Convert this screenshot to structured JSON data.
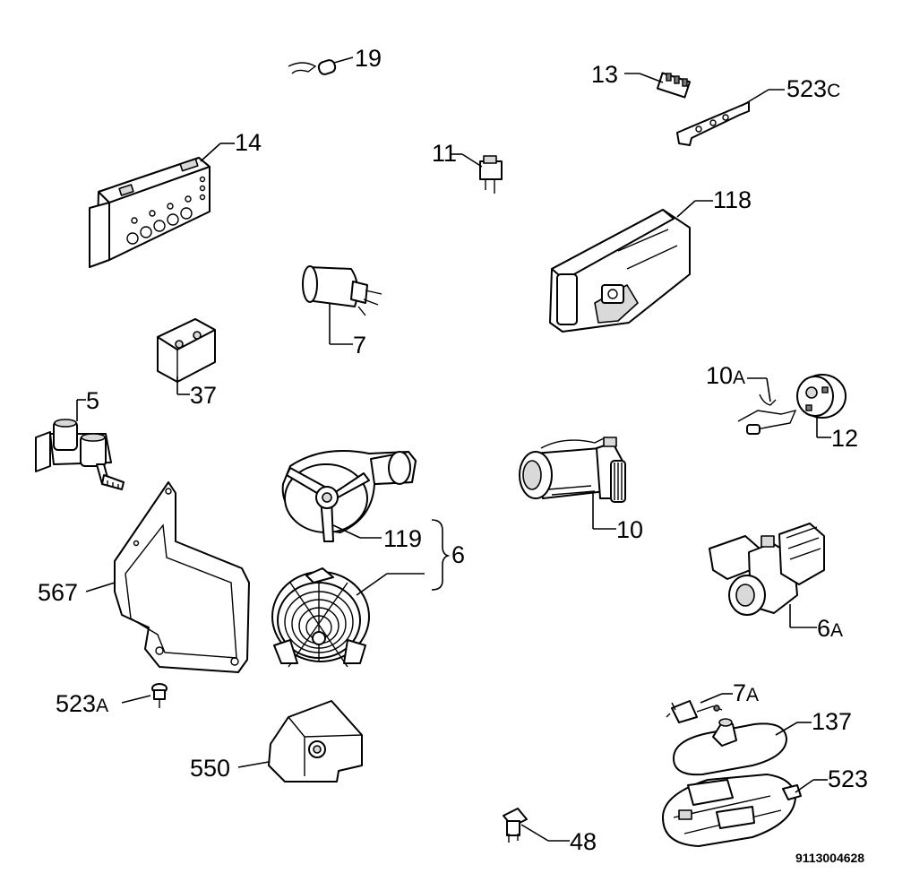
{
  "parts": [
    {
      "id": "p19",
      "label": "19"
    },
    {
      "id": "p13",
      "label": "13"
    },
    {
      "id": "p523c",
      "label": "523",
      "suffix": "C"
    },
    {
      "id": "p14",
      "label": "14"
    },
    {
      "id": "p7",
      "label": "7"
    },
    {
      "id": "p118",
      "label": "118"
    },
    {
      "id": "p11",
      "label": "11"
    },
    {
      "id": "p37",
      "label": "37"
    },
    {
      "id": "p10a",
      "label": "10",
      "suffix": "A"
    },
    {
      "id": "p12",
      "label": "12"
    },
    {
      "id": "p5",
      "label": "5"
    },
    {
      "id": "p10",
      "label": "10"
    },
    {
      "id": "p119",
      "label": "119"
    },
    {
      "id": "p6",
      "label": "6"
    },
    {
      "id": "p567",
      "label": "567"
    },
    {
      "id": "p6a",
      "label": "6",
      "suffix": "A"
    },
    {
      "id": "p523a",
      "label": "523",
      "suffix": "A"
    },
    {
      "id": "p7a",
      "label": "7",
      "suffix": "A"
    },
    {
      "id": "p137",
      "label": "137"
    },
    {
      "id": "p550",
      "label": "550"
    },
    {
      "id": "p523",
      "label": "523"
    },
    {
      "id": "p48",
      "label": "48"
    }
  ],
  "document_number": "9113004628"
}
